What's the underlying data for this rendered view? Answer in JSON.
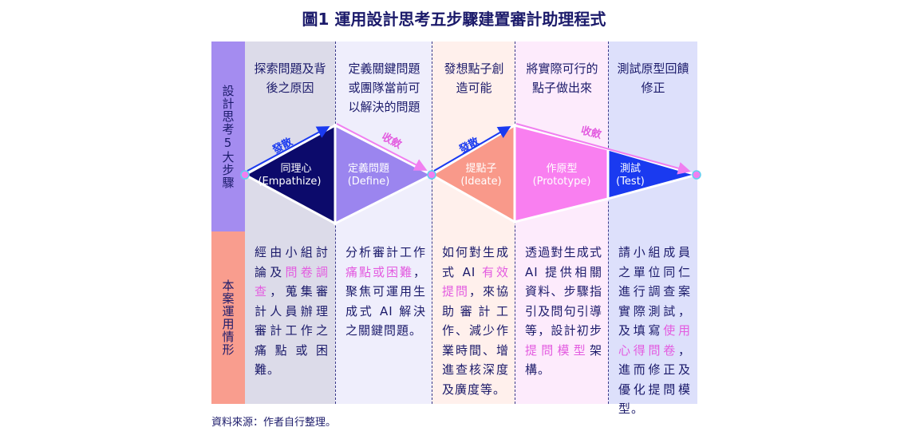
{
  "title": "圖1 運用設計思考五步驟建置審計助理程式",
  "row_labels": [
    "設計思考5大步驟",
    "本案運用情形"
  ],
  "arrows": {
    "diverge": "發散",
    "converge": "收斂"
  },
  "columns": [
    {
      "head": "探索問題及背後之原因",
      "stage": "同理心",
      "stage_en": "(Empathize)",
      "bg": "#dcdbe9",
      "body": [
        {
          "t": "經由小組討論及"
        },
        {
          "t": "問卷調查",
          "hl": true
        },
        {
          "t": "，蒐集審計人員辦理審計工作之痛點或困難。"
        }
      ]
    },
    {
      "head": "定義關鍵問題或團隊當前可以解決的問題",
      "stage": "定義問題",
      "stage_en": "(Define)",
      "bg": "#efeefc",
      "body": [
        {
          "t": "分析審計工作"
        },
        {
          "t": "痛點或困難",
          "hl": true
        },
        {
          "t": "，聚焦可運用生成式 AI 解決之關鍵問題。"
        }
      ]
    },
    {
      "head": "發想點子創造可能",
      "stage": "提點子",
      "stage_en": "(Ideate)",
      "bg": "#fff0ec",
      "body": [
        {
          "t": "如何對生成式 AI "
        },
        {
          "t": "有效提問",
          "hl": true
        },
        {
          "t": "，來協助審計工作、減少作業時間、增進查核深度及廣度等。"
        }
      ]
    },
    {
      "head": "將實際可行的點子做出來",
      "stage": "作原型",
      "stage_en": "(Prototype)",
      "bg": "#fdebfc",
      "body": [
        {
          "t": "透過對生成式 AI 提供相關資料、步驟指引及問句引導等，設計初步"
        },
        {
          "t": "提問模型",
          "hl": true
        },
        {
          "t": "架構。"
        }
      ]
    },
    {
      "head": "測試原型回饋修正",
      "stage": "測試",
      "stage_en": "(Test)",
      "bg": "#dde0fb",
      "body": [
        {
          "t": "請小組成員之單位同仁進行調查案實際測試，及填寫"
        },
        {
          "t": "使用心得問卷",
          "hl": true
        },
        {
          "t": "，進而修正及優化提問模型。"
        }
      ]
    }
  ],
  "source": "資料來源：作者自行整理。"
}
